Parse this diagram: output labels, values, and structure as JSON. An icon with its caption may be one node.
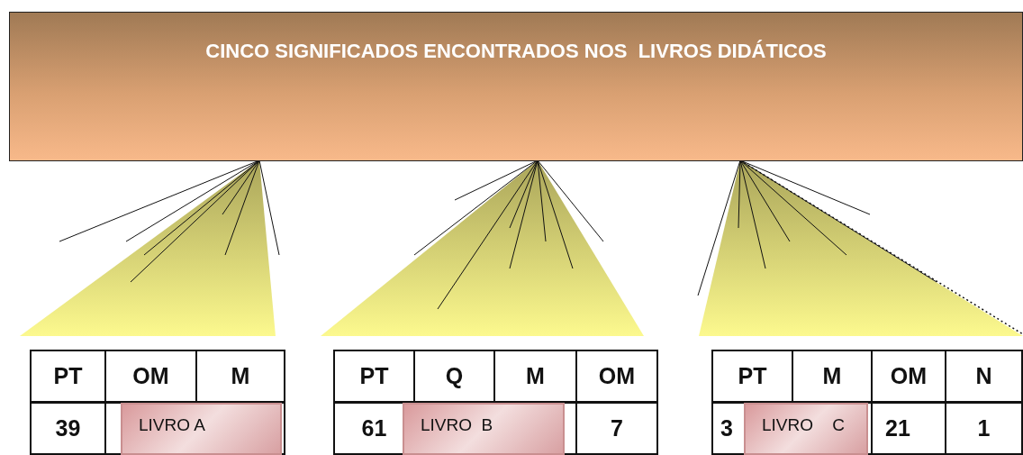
{
  "diagram": {
    "nodes": [
      {
        "text": [
          "CINCO SIGNIFICADOS ENCONTRADOS NOS  LIVROS DIDÁTICOS"
        ]
      },
      {
        "text": [
          "LIVRO A"
        ]
      },
      {
        "text": [
          "LIVRO  B"
        ]
      },
      {
        "text": [
          "LIVRO    C"
        ]
      }
    ],
    "labels": [
      "PT",
      "OM",
      "M",
      "39",
      "PT",
      "Q",
      "M",
      "OM",
      "61",
      "7",
      "PT",
      "M",
      "OM",
      "N",
      "3",
      "21",
      "1"
    ]
  }
}
